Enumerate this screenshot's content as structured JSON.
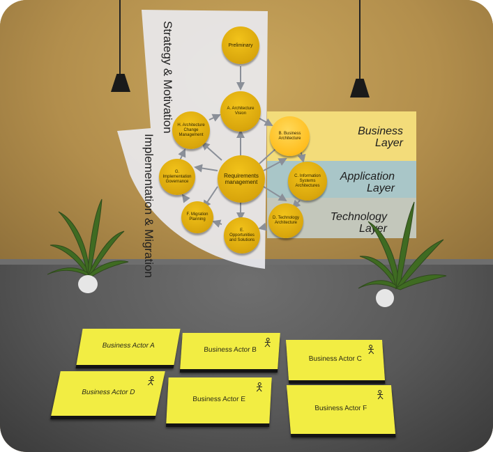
{
  "panel": {
    "strategy_label": "Strategy & Motivation",
    "implementation_label": "Implementation & Migration"
  },
  "layers": [
    {
      "name": "Business Layer",
      "line1": "Business",
      "line2": "Layer"
    },
    {
      "name": "Application Layer",
      "line1": "Application",
      "line2": "Layer"
    },
    {
      "name": "Technology Layer",
      "line1": "Technology",
      "line2": "Layer"
    }
  ],
  "adm_phases": {
    "preliminary": "Preliminary",
    "a": "A. Architecture Vision",
    "b": "B. Business Architecture",
    "c": "C. Information Systems Architectures",
    "d": "D. Technology Architecture",
    "e": "E. Opportunities and Solutions",
    "f": "F. Migration Planning",
    "g": "G. Implementation Governance",
    "h": "H. Architecture Change Management",
    "center": "Requirements management"
  },
  "actors": [
    {
      "label": "Business Actor A"
    },
    {
      "label": "Business Actor B"
    },
    {
      "label": "Business Actor C"
    },
    {
      "label": "Business Actor D"
    },
    {
      "label": "Business Actor E"
    },
    {
      "label": "Business Actor F"
    }
  ],
  "colors": {
    "wall": "#b28e4c",
    "floor": "#585858",
    "node": "#d9a60c",
    "node_highlight": "#ffbe1f",
    "card": "#f2ed43",
    "business_band": "#f3dc7a",
    "application_band": "#a9c6c8",
    "technology_band": "#c3c7bb"
  },
  "icons": [
    "ceiling-lamp-icon",
    "stick-figure-icon",
    "potted-palm-icon",
    "arrow-icon"
  ]
}
